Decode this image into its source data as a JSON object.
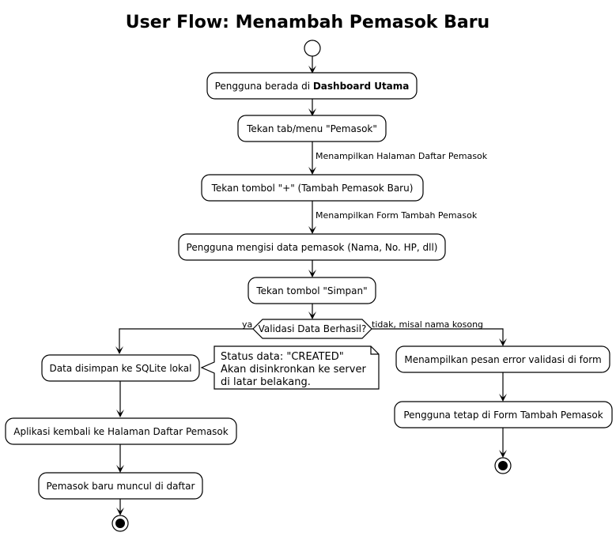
{
  "title": "User Flow: Menambah Pemasok Baru",
  "activities": {
    "dashboard_prefix": "Pengguna berada di ",
    "dashboard_bold": "Dashboard Utama",
    "tap_menu": "Tekan tab/menu \"Pemasok\"",
    "tap_add": "Tekan tombol \"+\" (Tambah Pemasok Baru)",
    "fill_form": "Pengguna mengisi data pemasok (Nama, No. HP, dll)",
    "tap_save": "Tekan tombol \"Simpan\"",
    "saved_local": "Data disimpan ke SQLite lokal",
    "back_to_list": "Aplikasi kembali ke Halaman Daftar Pemasok",
    "appears": "Pemasok baru muncul di daftar",
    "show_error": "Menampilkan pesan error validasi di form",
    "stay_form": "Pengguna tetap di Form Tambah Pemasok"
  },
  "flow_labels": {
    "show_list": "Menampilkan Halaman Daftar Pemasok",
    "show_form": "Menampilkan Form Tambah Pemasok"
  },
  "decision": {
    "question": "Validasi Data Berhasil?",
    "yes": "ya",
    "no": "tidak, misal nama kosong"
  },
  "note": {
    "line1": "Status data: \"CREATED\"",
    "line2": "Akan disinkronkan ke server",
    "line3": "di latar belakang."
  }
}
